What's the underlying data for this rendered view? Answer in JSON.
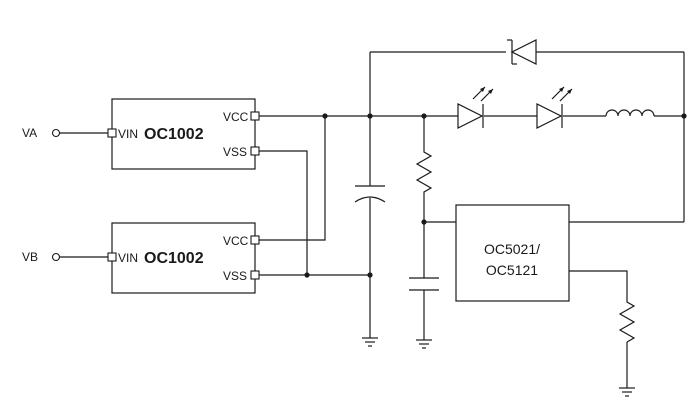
{
  "inputs": {
    "a": "VA",
    "b": "VB"
  },
  "chip_top": {
    "name": "OC1002",
    "pin_in": "VIN",
    "pin_vcc": "VCC",
    "pin_vss": "VSS"
  },
  "chip_bottom": {
    "name": "OC1002",
    "pin_in": "VIN",
    "pin_vcc": "VCC",
    "pin_vss": "VSS"
  },
  "controller": {
    "line1": "OC5021/",
    "line2": "OC5121"
  }
}
